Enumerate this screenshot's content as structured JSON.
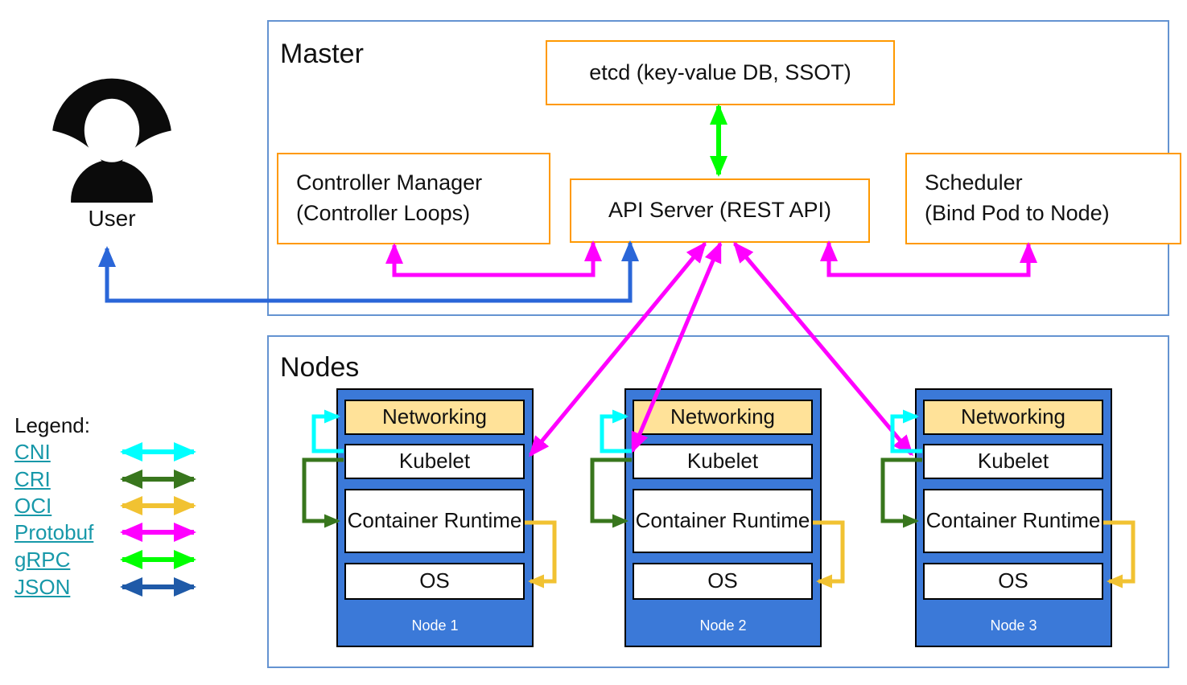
{
  "user": {
    "label": "User"
  },
  "master": {
    "label": "Master",
    "etcd_label": "etcd (key-value DB, SSOT)",
    "controller_manager_line1": "Controller Manager",
    "controller_manager_line2": "(Controller Loops)",
    "api_server_label": "API Server (REST API)",
    "scheduler_line1": "Scheduler",
    "scheduler_line2": "(Bind Pod to Node)"
  },
  "nodes_section": {
    "label": "Nodes",
    "nodes": [
      {
        "name": "Node 1",
        "networking": "Networking",
        "kubelet": "Kubelet",
        "runtime": "Container Runtime",
        "os": "OS"
      },
      {
        "name": "Node 2",
        "networking": "Networking",
        "kubelet": "Kubelet",
        "runtime": "Container Runtime",
        "os": "OS"
      },
      {
        "name": "Node 3",
        "networking": "Networking",
        "kubelet": "Kubelet",
        "runtime": "Container Runtime",
        "os": "OS"
      }
    ]
  },
  "legend": {
    "title": "Legend:",
    "items": [
      {
        "label": "CNI",
        "color": "#00ffff"
      },
      {
        "label": "CRI",
        "color": "#38761d"
      },
      {
        "label": "OCI",
        "color": "#f1c232"
      },
      {
        "label": "Protobuf",
        "color": "#ff00ff"
      },
      {
        "label": "gRPC",
        "color": "#00ff00"
      },
      {
        "label": "JSON",
        "color": "#1f5aa8"
      }
    ]
  },
  "colors": {
    "node_fill": "#3b79d8",
    "networking_fill": "#ffe299",
    "box_border_orange": "#ff9900",
    "container_border_blue": "#6493d1",
    "user_arrow_blue": "#2a66d8",
    "legend_link_teal": "#1798a9",
    "protobuf_magenta": "#ff00ff",
    "grpc_green": "#00ff00",
    "cni_cyan": "#00ffff",
    "cri_green": "#38761d",
    "oci_gold": "#f1c232",
    "json_navy": "#1f5aa8"
  }
}
